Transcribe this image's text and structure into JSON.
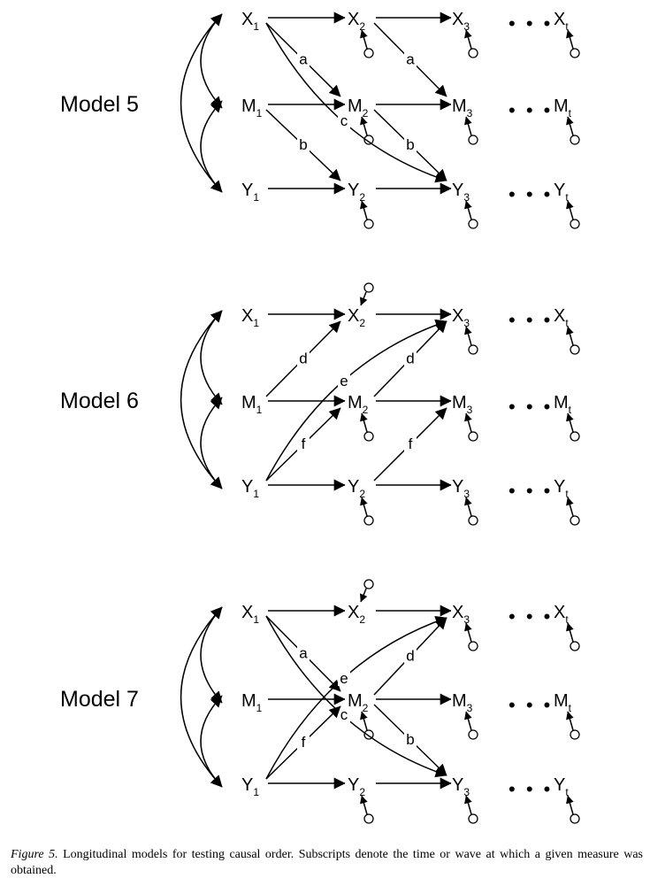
{
  "models": [
    {
      "label": "Model 5",
      "paths": [
        {
          "from": "X1",
          "to": "M2",
          "label": "a"
        },
        {
          "from": "X2",
          "to": "M3",
          "label": "a"
        },
        {
          "from": "M1",
          "to": "Y2",
          "label": "b"
        },
        {
          "from": "M2",
          "to": "Y3",
          "label": "b"
        },
        {
          "from": "X1",
          "to": "Y3",
          "label": "c"
        }
      ]
    },
    {
      "label": "Model 6",
      "paths": [
        {
          "from": "M1",
          "to": "X2",
          "label": "d"
        },
        {
          "from": "M2",
          "to": "X3",
          "label": "d"
        },
        {
          "from": "Y1",
          "to": "X3",
          "label": "e"
        },
        {
          "from": "Y1",
          "to": "M2",
          "label": "f"
        },
        {
          "from": "Y2",
          "to": "M3",
          "label": "f"
        }
      ]
    },
    {
      "label": "Model 7",
      "paths": [
        {
          "from": "X1",
          "to": "M2",
          "label": "a"
        },
        {
          "from": "M2",
          "to": "Y3",
          "label": "b"
        },
        {
          "from": "X1",
          "to": "Y3",
          "label": "c"
        },
        {
          "from": "M2",
          "to": "X3",
          "label": "d"
        },
        {
          "from": "Y1",
          "to": "X3",
          "label": "e"
        },
        {
          "from": "Y1",
          "to": "M2",
          "label": "f"
        }
      ]
    }
  ],
  "variables": [
    "X",
    "M",
    "Y"
  ],
  "waves": [
    "1",
    "2",
    "3",
    "t"
  ],
  "ellipsis": "• • •",
  "caption": {
    "figure_label": "Figure 5.",
    "text": "Longitudinal models for testing causal order. Subscripts denote the time or wave at which a given measure was obtained."
  }
}
